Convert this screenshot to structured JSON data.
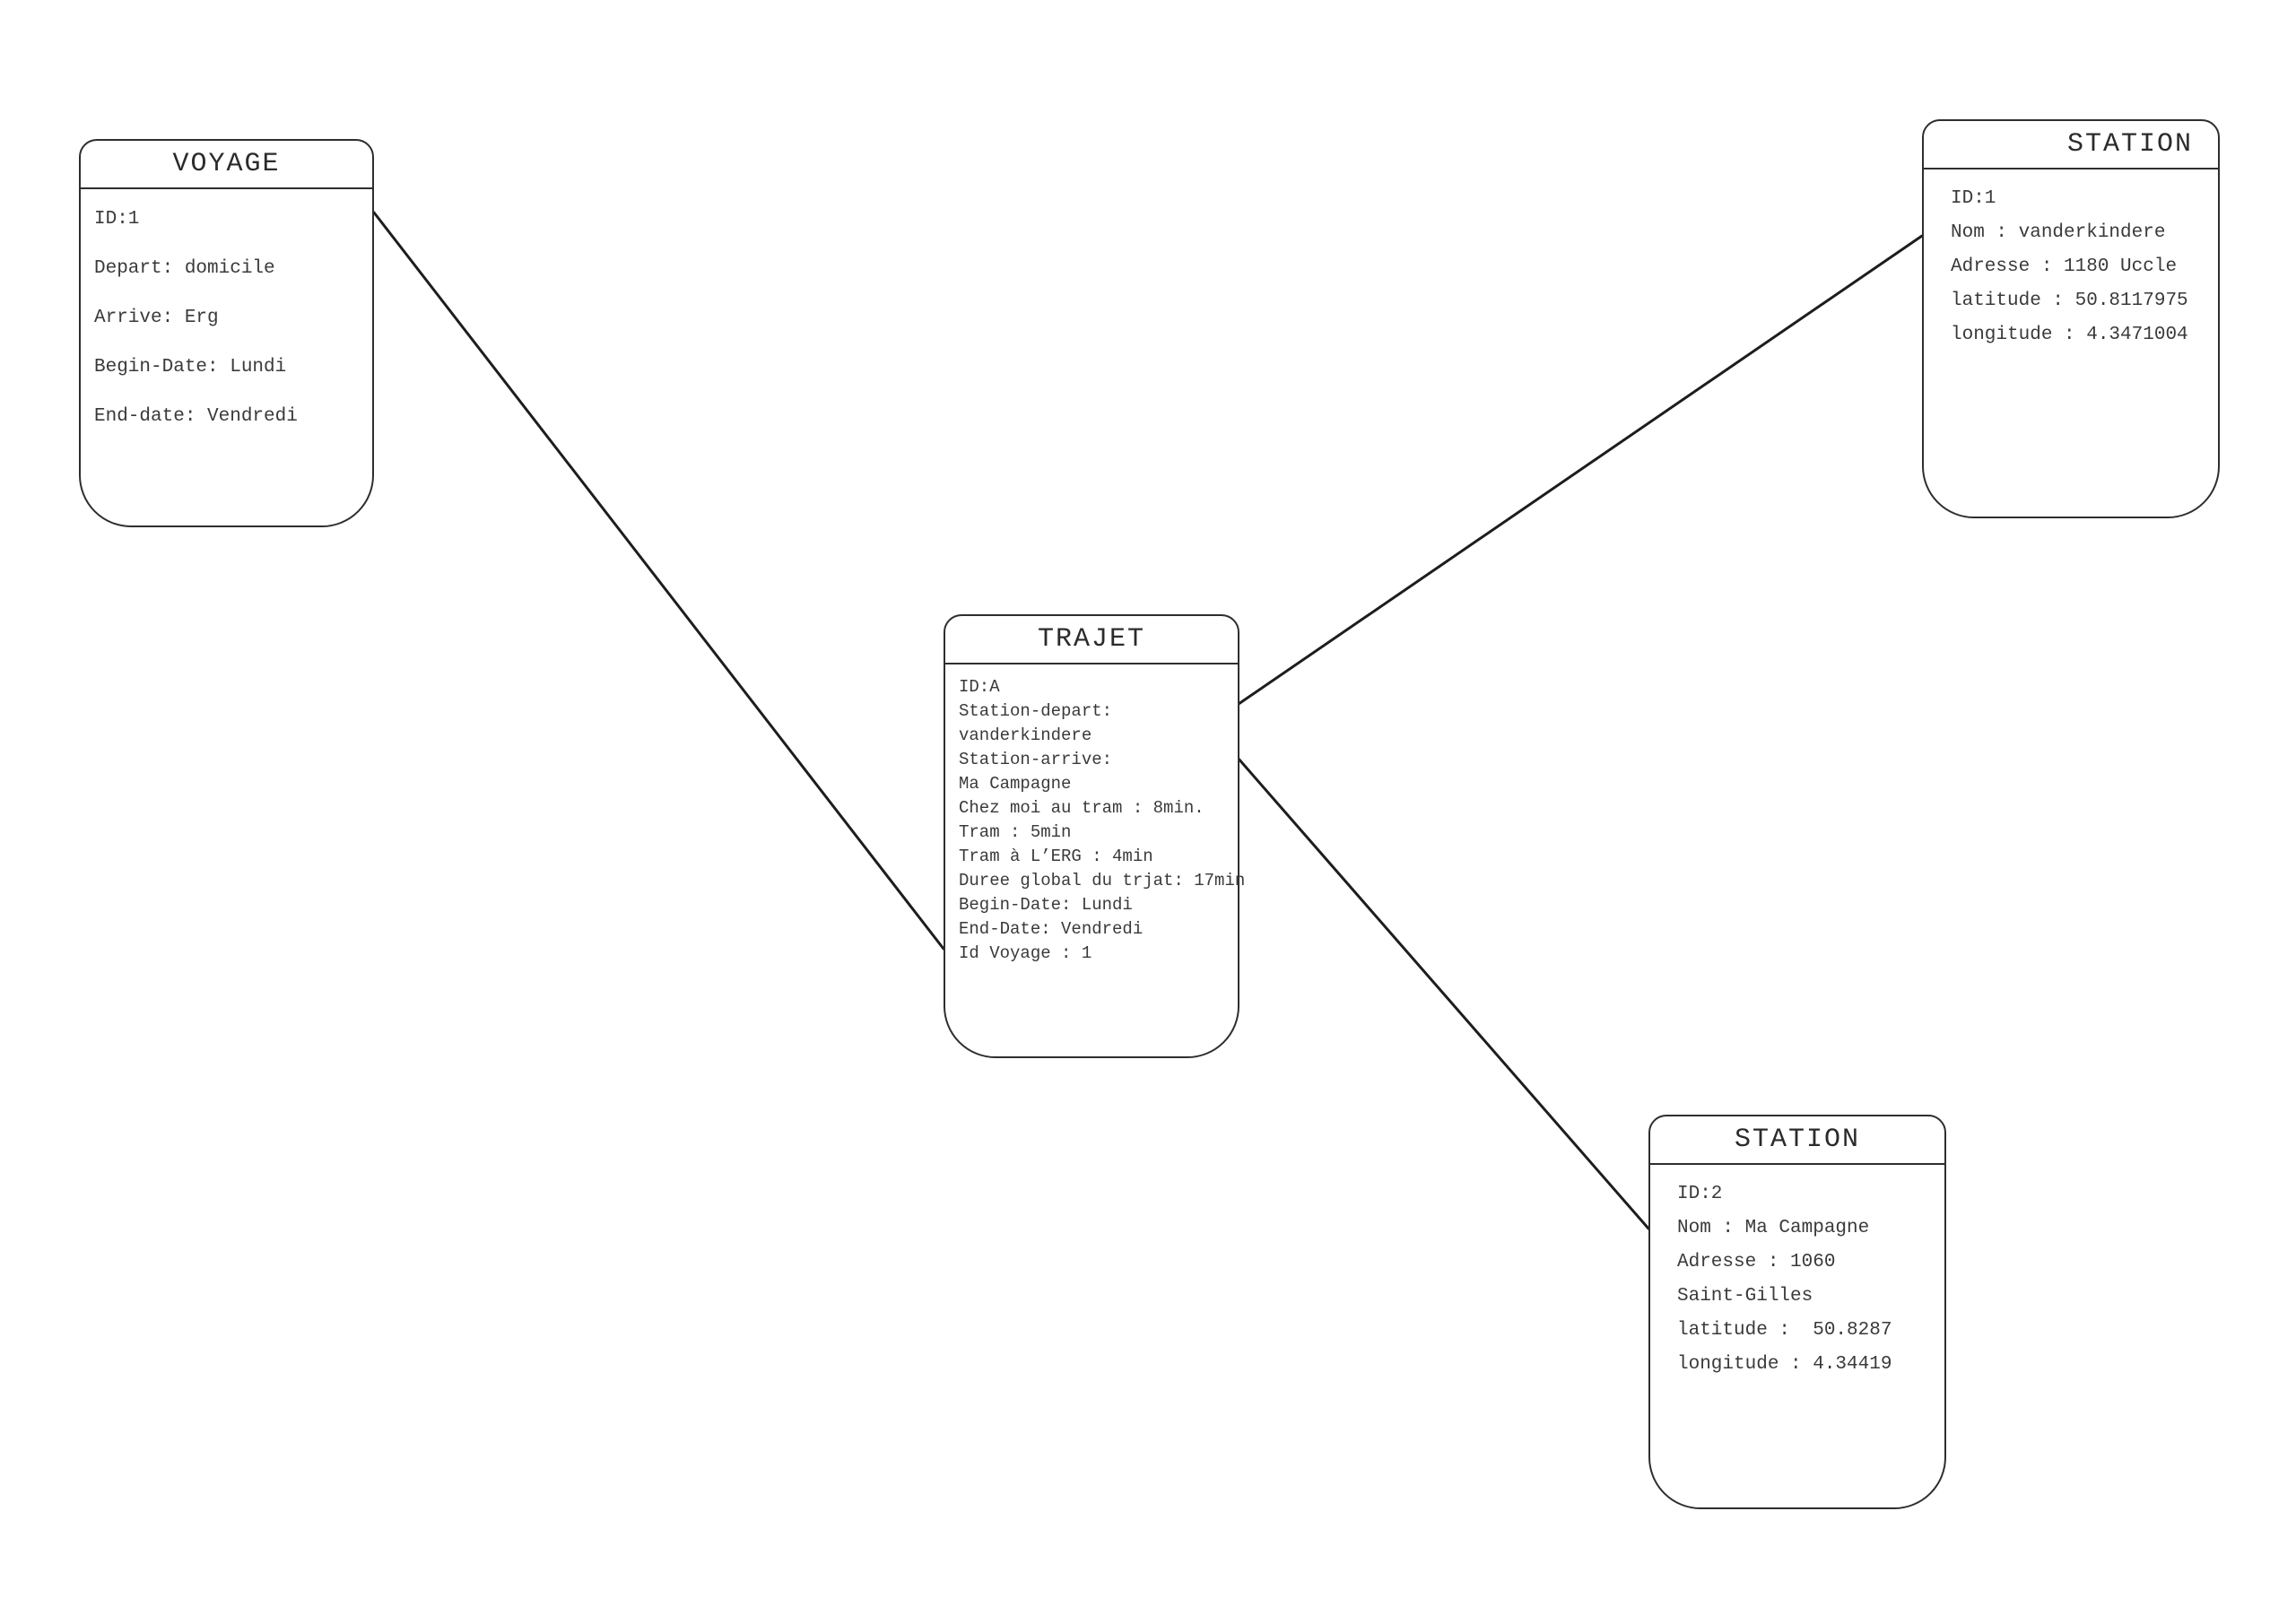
{
  "diagram": {
    "type": "entity-diagram",
    "background_color": "#ffffff",
    "stroke_color": "#2e2e2e",
    "text_color": "#3a3a3a",
    "entities": [
      {
        "id": "voyage",
        "title": "VOYAGE",
        "fields": [
          "ID:1",
          "Depart: domicile",
          "Arrive: Erg",
          "Begin-Date: Lundi",
          "End-date: Vendredi"
        ]
      },
      {
        "id": "trajet",
        "title": "TRAJET",
        "fields": [
          "ID:A",
          "Station-depart:",
          "vanderkindere",
          "Station-arrive:",
          "Ma Campagne",
          "Chez moi au tram : 8min.",
          "Tram : 5min",
          "Tram à L’ERG : 4min",
          "Duree global du trjat: 17min",
          "Begin-Date: Lundi",
          "End-Date: Vendredi",
          "Id Voyage : 1"
        ]
      },
      {
        "id": "station-1",
        "title": "STATION",
        "fields": [
          "ID:1",
          "Nom : vanderkindere",
          "Adresse : 1180 Uccle",
          "latitude : 50.8117975",
          "longitude : 4.3471004"
        ]
      },
      {
        "id": "station-2",
        "title": "STATION",
        "fields": [
          "ID:2",
          "Nom : Ma Campagne",
          "Adresse : 1060",
          "Saint-Gilles",
          "latitude :  50.8287",
          "longitude : 4.34419"
        ]
      }
    ],
    "connections": [
      {
        "from": "voyage",
        "to": "trajet"
      },
      {
        "from": "trajet",
        "to": "station-1"
      },
      {
        "from": "trajet",
        "to": "station-2"
      }
    ]
  }
}
